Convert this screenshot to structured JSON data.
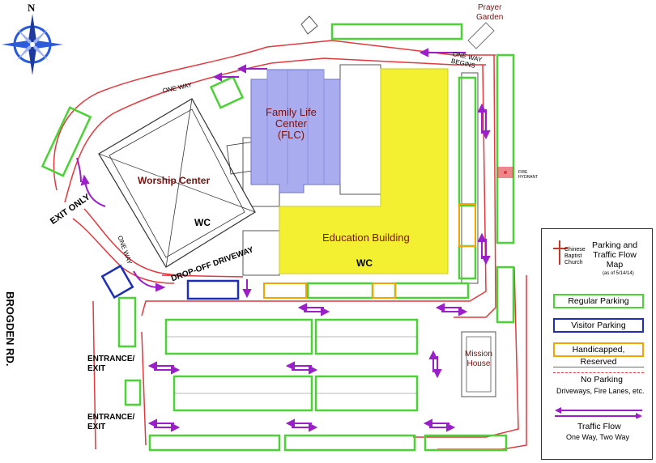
{
  "compass": {
    "north_label": "N"
  },
  "roads": {
    "brogden": "BROGDEN RD.",
    "exit_only": "EXIT ONLY",
    "entrance_exit_1": "ENTRANCE/\nEXIT",
    "entrance_exit_2": "ENTRANCE/\nEXIT",
    "one_way_top": "ONE WAY",
    "one_way_begins": "ONE WAY\nBEGINS",
    "one_way_left": "ONE WAY",
    "drop_off": "DROP-OFF DRIVEWAY"
  },
  "buildings": {
    "flc": "Family Life\nCenter\n(FLC)",
    "worship": "Worship Center",
    "worship_wc": "WC",
    "education": "Education Building",
    "education_wc": "WC",
    "mission": "Mission\nHouse",
    "prayer_garden": "Prayer\nGarden",
    "fire_hydrant": "FIRE\nHYDRANT"
  },
  "legend": {
    "title": "Parking and\nTraffic Flow\nMap",
    "date": "(as of 5/14/14)",
    "church": "Chinese\nBaptist\nChurch",
    "regular": "Regular Parking",
    "visitor": "Visitor Parking",
    "handicapped": "Handicapped, Reserved",
    "no_parking": "No Parking",
    "no_parking_sub": "Driveways, Fire Lanes, etc.",
    "traffic": "Traffic Flow",
    "traffic_sub": "One Way, Two Way"
  },
  "colors": {
    "regular": "#4cd137",
    "visitor": "#1f2fb5",
    "handicapped": "#f0a500",
    "no_parking": "#e0393e",
    "traffic": "#9b1fc9",
    "flc": "#a9adf0",
    "education": "#f3f032",
    "label": "#7a1010"
  }
}
